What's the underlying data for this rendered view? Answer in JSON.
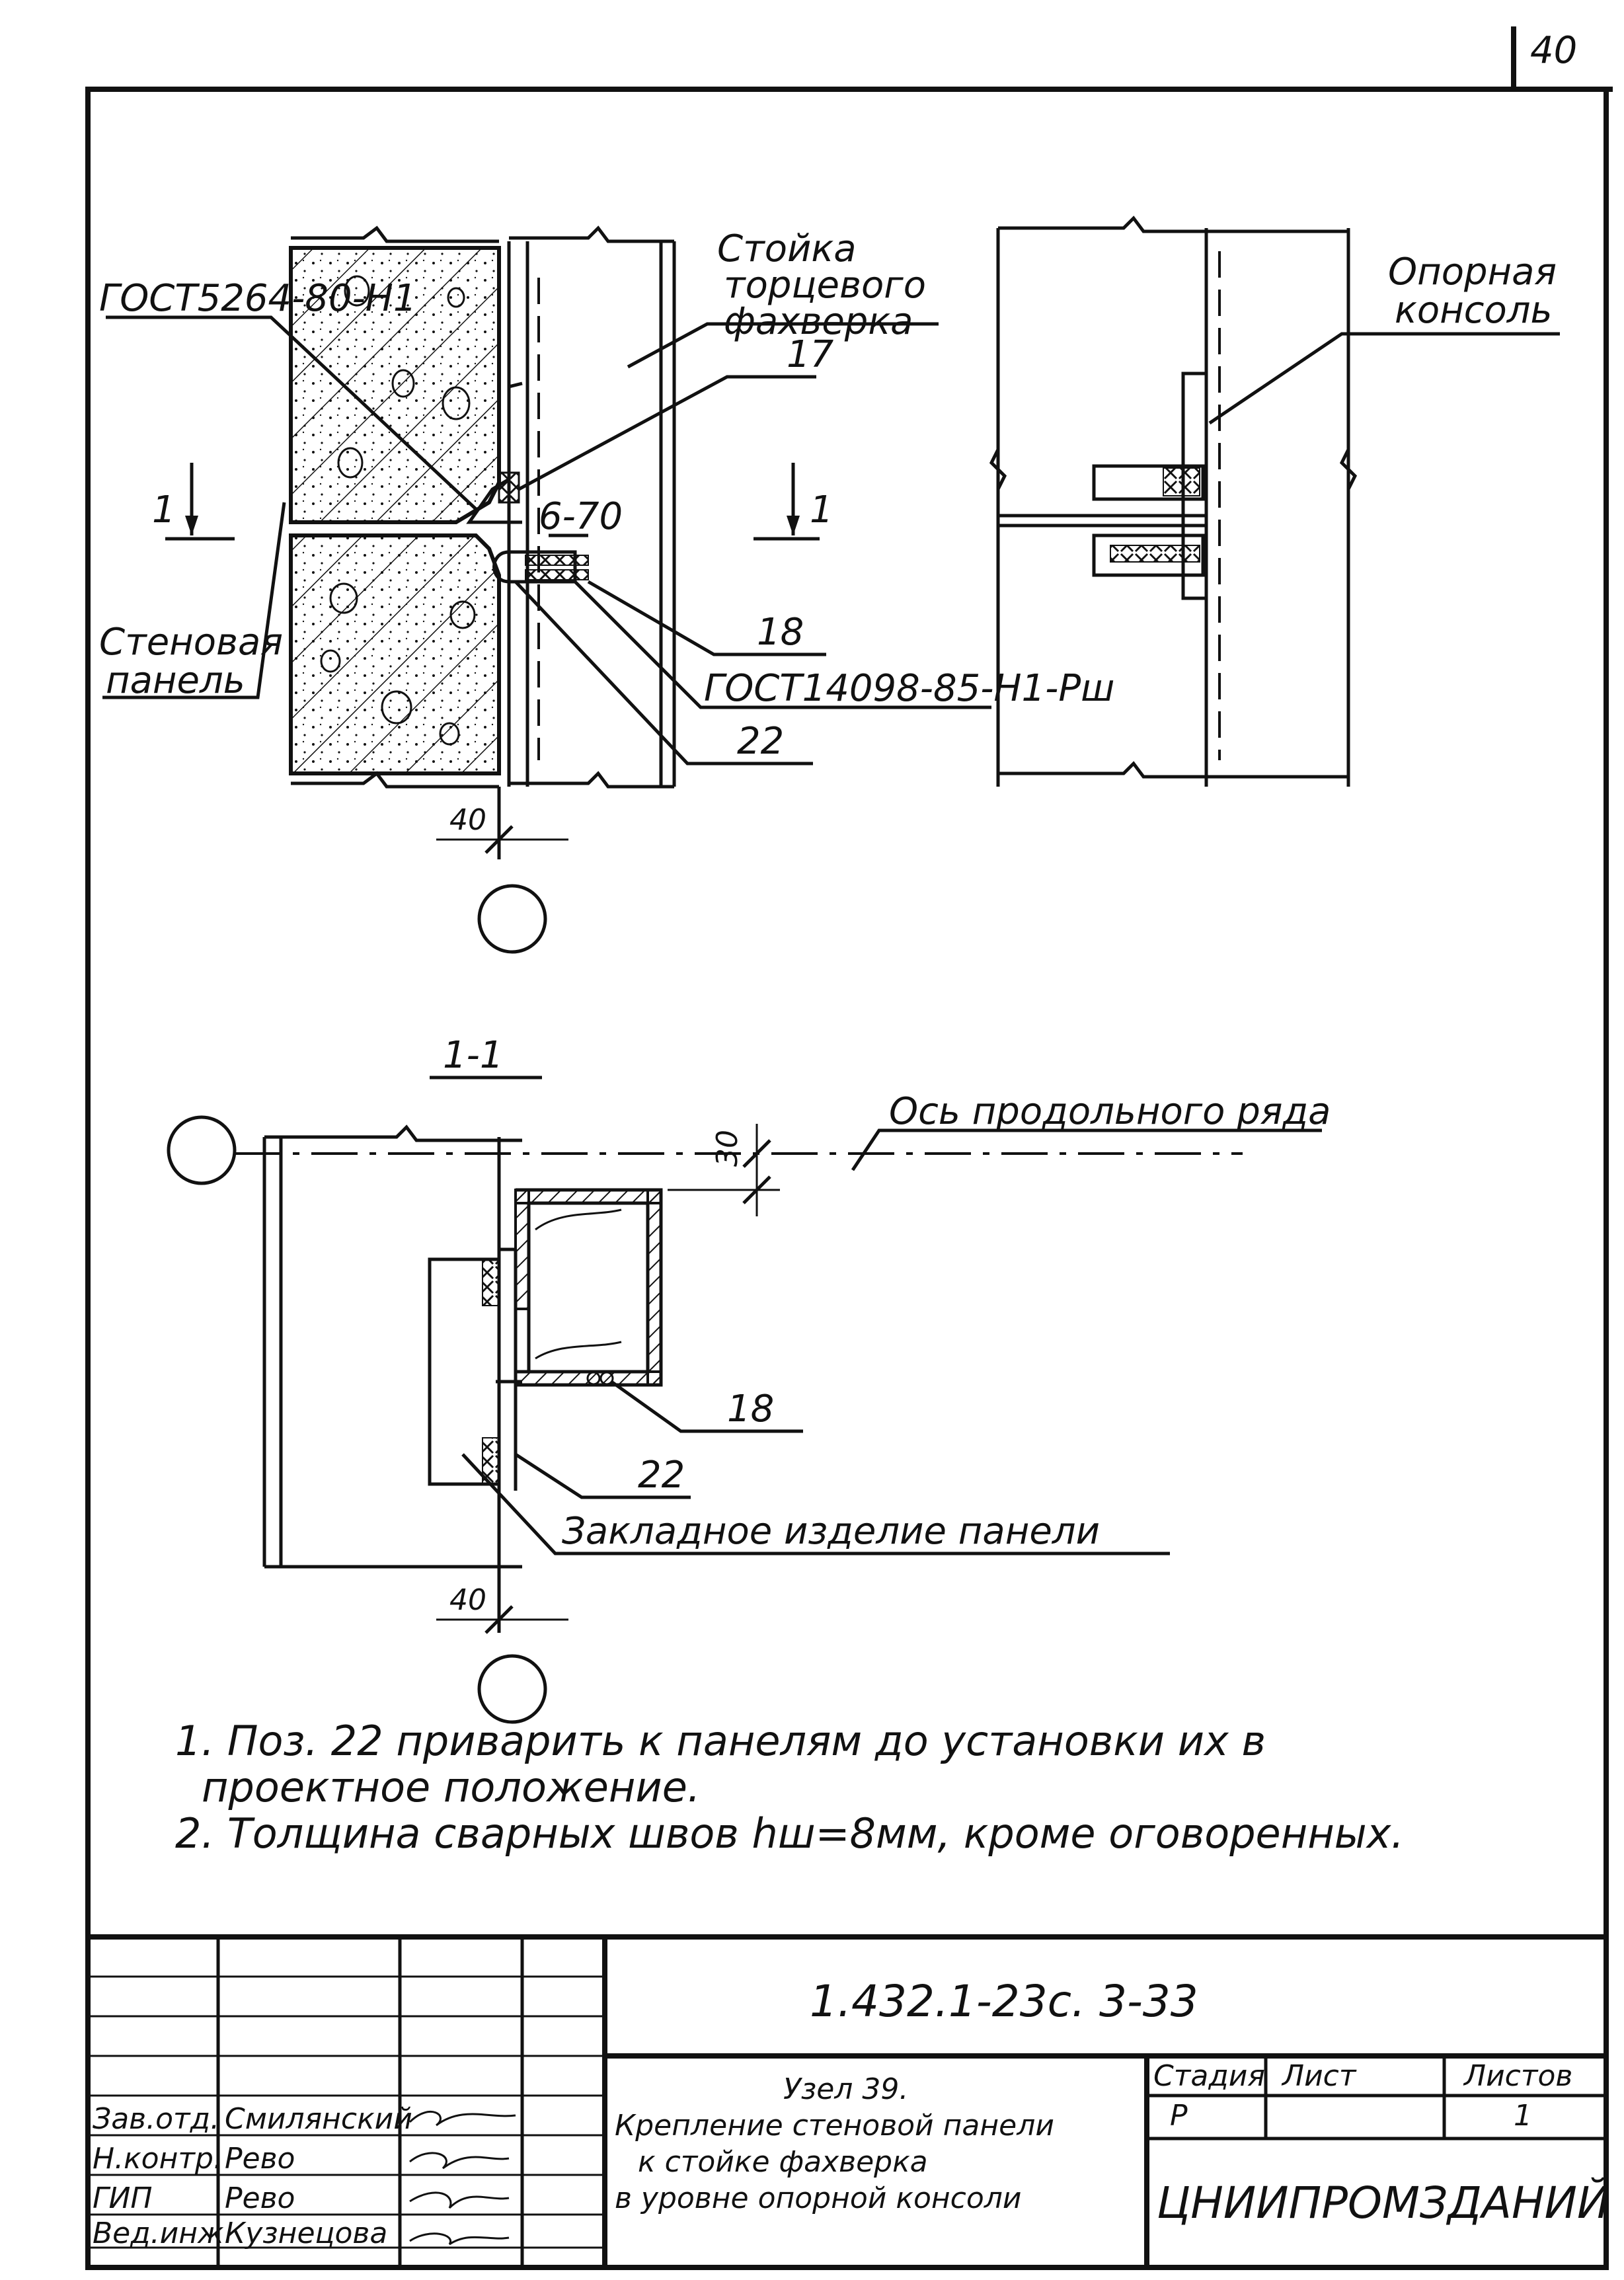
{
  "sheet_number": "40",
  "elevation_view": {
    "labels": {
      "column": "Стойка\nторцевого\nфахверка",
      "gost_top": "ГОСТ5264-80-Н1",
      "item_17": "17",
      "weld_size": "6-70",
      "wall_panel": "Стеновая\nпанель",
      "item_18": "18",
      "gost_bottom": "ГОСТ14098-85-Н1-Рш",
      "item_22": "22",
      "dim_40": "40",
      "section_mark": "1"
    }
  },
  "side_view": {
    "labels": {
      "support_console": "Опорная\nконсоль",
      "section_mark": "1"
    }
  },
  "section_1_1": {
    "title": "1-1",
    "labels": {
      "axis": "Ось продольного ряда",
      "dim_30": "30",
      "item_18": "18",
      "item_22": "22",
      "embedded": "Закладное изделие панели",
      "dim_40": "40"
    }
  },
  "notes": [
    "1. Поз. 22 приварить к панелям до установки их в",
    "проектное положение.",
    "2. Толщина сварных швов hш=8мм, кроме оговоренных."
  ],
  "title_block": {
    "document_code": "1.432.1-23с. 3-33",
    "title": [
      "Узел 39.",
      "Крепление стеновой панели",
      "к стойке фахверка",
      "в уровне опорной консоли"
    ],
    "headers": {
      "stage": "Стадия",
      "sheet": "Лист",
      "sheets": "Листов"
    },
    "values": {
      "stage": "Р",
      "sheet": "",
      "sheets": "1"
    },
    "organization": "ЦНИИПРОМЗДАНИЙ",
    "signatories": [
      {
        "role": "Зав.отд.",
        "name": "Смилянский"
      },
      {
        "role": "Н.контр.",
        "name": "Рево"
      },
      {
        "role": "ГИП",
        "name": "Рево"
      },
      {
        "role": "Вед.инж.",
        "name": "Кузнецова"
      }
    ]
  }
}
